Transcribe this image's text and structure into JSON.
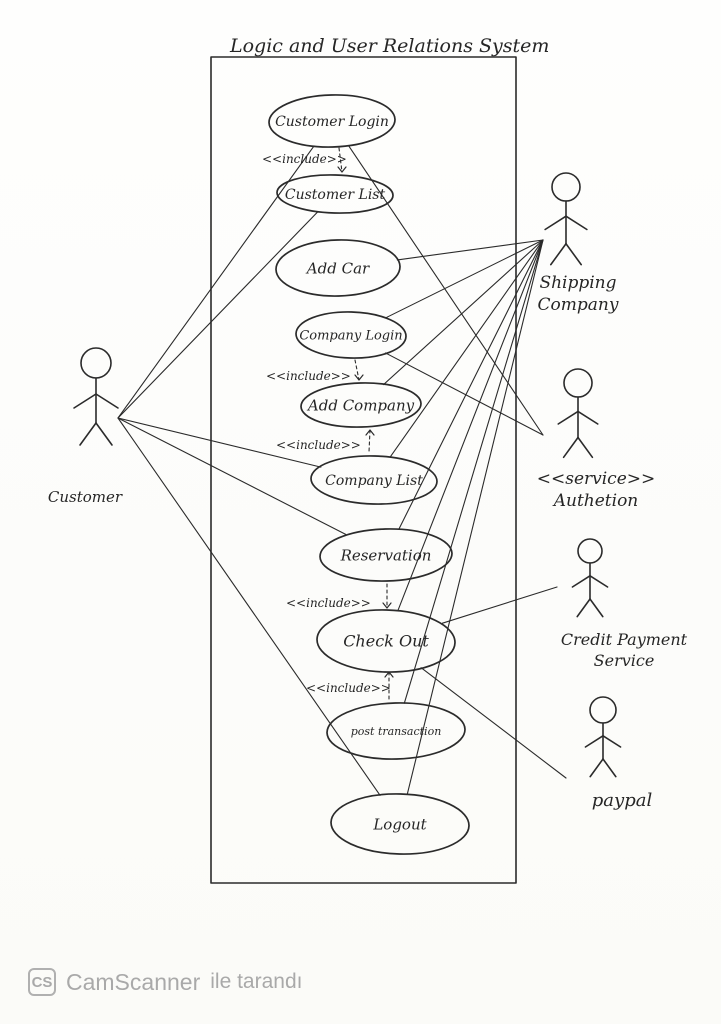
{
  "diagram": {
    "system_title": "Logic and User Relations System",
    "use_cases": [
      {
        "id": "customer_login",
        "label": "Customer Login"
      },
      {
        "id": "customer_list",
        "label": "Customer List"
      },
      {
        "id": "add_car",
        "label": "Add Car"
      },
      {
        "id": "company_login",
        "label": "Company Login"
      },
      {
        "id": "add_company",
        "label": "Add Company"
      },
      {
        "id": "company_list",
        "label": "Company List"
      },
      {
        "id": "reservation",
        "label": "Reservation"
      },
      {
        "id": "check_out",
        "label": "Check Out"
      },
      {
        "id": "post_transaction",
        "label": "post transaction"
      },
      {
        "id": "logout",
        "label": "Logout"
      }
    ],
    "actors": [
      {
        "id": "customer",
        "label_lines": [
          "Customer"
        ]
      },
      {
        "id": "shipping",
        "label_lines": [
          "Shipping",
          "Company"
        ]
      },
      {
        "id": "auth",
        "label_lines": [
          "<<service>>",
          "Authetion"
        ]
      },
      {
        "id": "credit",
        "label_lines": [
          "Credit Payment",
          "Service"
        ]
      },
      {
        "id": "paypal",
        "label_lines": [
          "paypal"
        ]
      }
    ],
    "includes": [
      {
        "from": "customer_login",
        "to": "customer_list",
        "label": "<<include>>"
      },
      {
        "from": "company_login",
        "to": "add_company",
        "label": "<<include>>"
      },
      {
        "from": "add_company",
        "to": "company_list",
        "label": "<<include>>"
      },
      {
        "from": "reservation",
        "to": "check_out",
        "label": "<<include>>"
      },
      {
        "from": "check_out",
        "to": "post_transaction",
        "label": "<<include>>"
      }
    ],
    "associations": [
      [
        "customer",
        "customer_login"
      ],
      [
        "customer",
        "customer_list"
      ],
      [
        "customer",
        "company_list"
      ],
      [
        "customer",
        "reservation"
      ],
      [
        "customer",
        "logout"
      ],
      [
        "shipping",
        "add_car"
      ],
      [
        "shipping",
        "company_login"
      ],
      [
        "shipping",
        "add_company"
      ],
      [
        "shipping",
        "company_list"
      ],
      [
        "shipping",
        "reservation"
      ],
      [
        "shipping",
        "check_out"
      ],
      [
        "shipping",
        "post_transaction"
      ],
      [
        "shipping",
        "logout"
      ],
      [
        "auth",
        "customer_login"
      ],
      [
        "auth",
        "company_login"
      ],
      [
        "credit",
        "check_out"
      ],
      [
        "paypal",
        "check_out"
      ]
    ]
  },
  "watermark": {
    "logo_text": "CS",
    "brand": "CamScanner",
    "suffix": "ile tarandı"
  }
}
